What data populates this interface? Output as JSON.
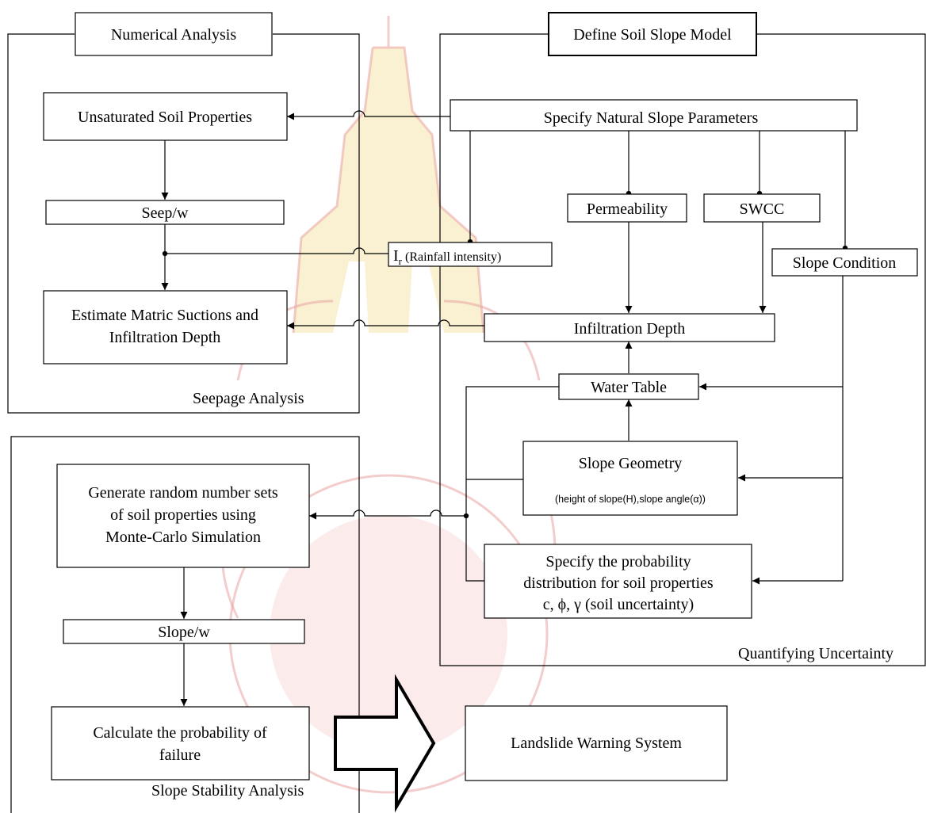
{
  "colors": {
    "ink": "#000000",
    "background": "#ffffff",
    "watermark": "#e9a2a2"
  },
  "frames": {
    "numerical_analysis": "Numerical Analysis",
    "seepage_analysis": "Seepage Analysis",
    "define_soil_slope_model": "Define Soil Slope Model",
    "quantifying_uncertainty": "Quantifying Uncertainty",
    "slope_stability_analysis": "Slope Stability Analysis"
  },
  "nodes": {
    "unsaturated_soil_properties": "Unsaturated Soil Properties",
    "seep_w": "Seep/w",
    "estimate_line1": "Estimate Matric Suctions and",
    "estimate_line2": "Infiltration Depth",
    "specify_natural_slope_parameters": "Specify Natural Slope Parameters",
    "permeability": "Permeability",
    "swcc": "SWCC",
    "rainfall_I": "I",
    "rainfall_sub": "r",
    "rainfall_text": " (Rainfall intensity)",
    "slope_condition": "Slope Condition",
    "infiltration_depth": "Infiltration Depth",
    "water_table": "Water Table",
    "slope_geometry": "Slope Geometry",
    "slope_geometry_detail": "(height of slope(H),slope angle(α))",
    "generate_line1": "Generate random number sets",
    "generate_line2": "of soil properties using",
    "generate_line3": "Monte-Carlo Simulation",
    "prob_line1": "Specify the probability",
    "prob_line2": "distribution for soil properties",
    "prob_line3": "c, ϕ, γ (soil uncertainty)",
    "slope_w": "Slope/w",
    "calc_line1": "Calculate the probability of",
    "calc_line2": "failure",
    "landslide_warning_system": "Landslide Warning System"
  }
}
